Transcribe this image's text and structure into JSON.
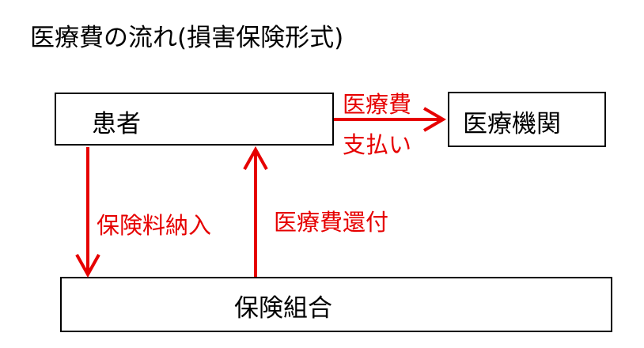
{
  "title": "医療費の流れ(損害保険形式)",
  "nodes": {
    "patient": "患者",
    "medical_institution": "医療機関",
    "insurance_union": "保険組合"
  },
  "edges": {
    "payment_top": "医療費",
    "payment_bottom": "支払い",
    "premium": "保険料納入",
    "refund": "医療費還付"
  },
  "colors": {
    "arrow": "#e60000",
    "box_border": "#000000"
  }
}
